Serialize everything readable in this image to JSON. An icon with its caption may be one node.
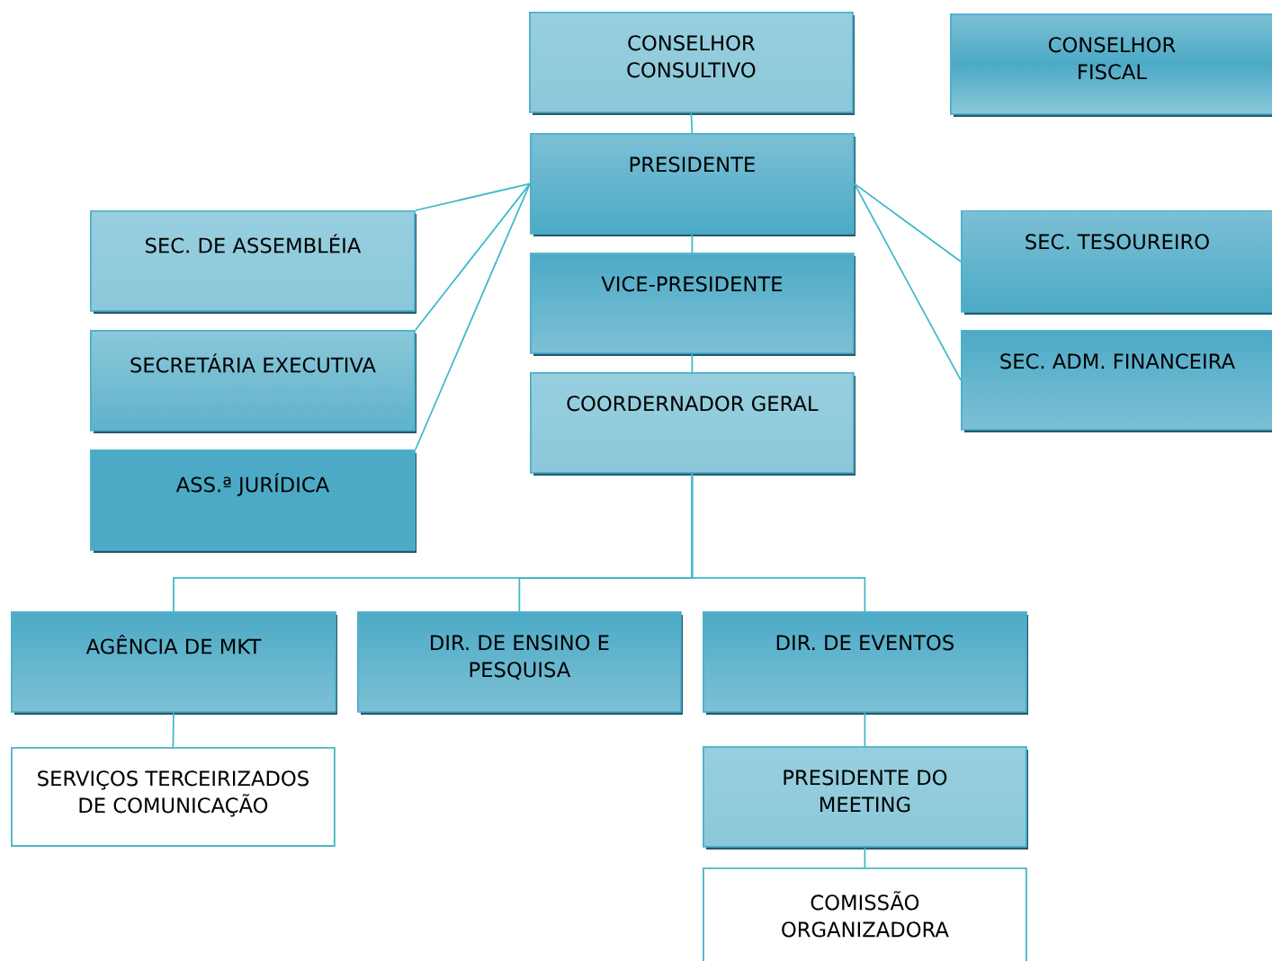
{
  "diagram": {
    "nodes": [
      {
        "text": [
          "CONSELHOR CONSULTIVO"
        ]
      },
      {
        "text": [
          "CONSELHOR FISCAL"
        ]
      },
      {
        "text": [
          "PRESIDENTE"
        ]
      },
      {
        "text": [
          "SEC. DE ASSEMBLÉIA"
        ]
      },
      {
        "text": [
          "SECRETÁRIA EXECUTIVA"
        ]
      },
      {
        "text": [
          "ASS.ª JURÍDICA"
        ]
      },
      {
        "text": [
          "VICE-PRESIDENTE"
        ]
      },
      {
        "text": [
          "SEC. TESOUREIRO"
        ]
      },
      {
        "text": [
          "COORDERNADOR GERAL"
        ]
      },
      {
        "text": [
          "SEC. ADM. FINANCEIRA"
        ]
      },
      {
        "text": [
          "AGÊNCIA DE MKT"
        ]
      },
      {
        "text": [
          "DIR. DE ENSINO E PESQUISA"
        ]
      },
      {
        "text": [
          "DIR. DE EVENTOS"
        ]
      },
      {
        "text": [
          "SERVIÇOS TERCEIRIZADOS DE COMUNICAÇÃO"
        ]
      },
      {
        "text": [
          "PRESIDENTE DO MEETING"
        ]
      },
      {
        "text": [
          "COMISSÃO ORGANIZADORA"
        ]
      }
    ],
    "edges": [
      {
        "from": 0,
        "to": 2,
        "arrow": "none"
      },
      {
        "from": 2,
        "to": 3,
        "arrow": "none"
      },
      {
        "from": 2,
        "to": 4,
        "arrow": "none"
      },
      {
        "from": 2,
        "to": 5,
        "arrow": "none"
      },
      {
        "from": 2,
        "to": 6,
        "arrow": "none"
      },
      {
        "from": 2,
        "to": 7,
        "arrow": "none"
      },
      {
        "from": 2,
        "to": 9,
        "arrow": "none"
      },
      {
        "from": 6,
        "to": 8,
        "arrow": "none"
      },
      {
        "from": 8,
        "to": 10,
        "arrow": "none"
      },
      {
        "from": 8,
        "to": 11,
        "arrow": "none"
      },
      {
        "from": 8,
        "to": 12,
        "arrow": "none"
      },
      {
        "from": 10,
        "to": 13,
        "arrow": "none"
      },
      {
        "from": 12,
        "to": 14,
        "arrow": "none"
      },
      {
        "from": 14,
        "to": 15,
        "arrow": "none"
      }
    ]
  }
}
